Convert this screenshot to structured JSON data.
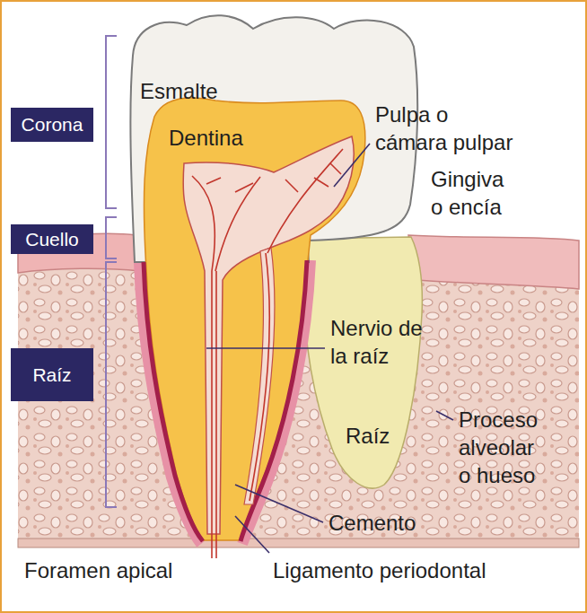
{
  "diagram": {
    "nodes": [
      {
        "text": [
          "Corona"
        ]
      },
      {
        "text": [
          "Cuello"
        ]
      },
      {
        "text": [
          "Raíz"
        ]
      }
    ],
    "labels": [
      "Esmalte",
      "Dentina",
      "Pulpa o cámara pulpar",
      "Gingiva o encía",
      "Nervio de la raíz",
      "Raíz",
      "Proceso alveolar o hueso",
      "Cemento",
      "Foramen apical",
      "Ligamento periodontal"
    ]
  }
}
